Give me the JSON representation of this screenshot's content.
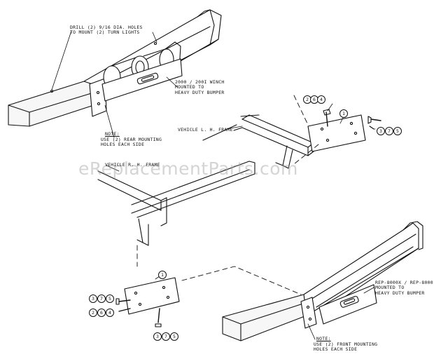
{
  "watermark": "eReplacementParts.com",
  "labels": {
    "drill_holes": "DRILL (2) 9/16 DIA. HOLES\nTO MOUNT (2) TURN LIGHTS",
    "winch_mounted": "2000 / 200I WINCH\nMOUNTED TO\nHEAVY DUTY BUMPER",
    "note_title_top": "NOTE:",
    "note_rear": "USE (2) REAR MOUNTING\nHOLES EACH SIDE",
    "lh_frame": "VEHICLE L. H. FRAME",
    "rh_frame": "VEHICLE R. H. FRAME",
    "rep_mounted": "REP-8000X / REP-8000\nMOUNTED TO\nHEAVY DUTY BUMPER",
    "note_title_bottom": "NOTE:",
    "note_front": "USE (2) FRONT MOUNTING\nHOLES EACH SIDE"
  },
  "callouts": {
    "upper_right_bracket": "1",
    "upper_right_bolt_a": [
      "2",
      "6",
      "4"
    ],
    "upper_right_bolt_b": [
      "3",
      "7",
      "5"
    ],
    "lower_left_bracket": "1",
    "lower_left_bolt_a": [
      "3",
      "7",
      "5"
    ],
    "lower_left_bolt_b": [
      "2",
      "6",
      "4"
    ],
    "lower_left_bolt_c": [
      "3",
      "7",
      "5"
    ]
  }
}
